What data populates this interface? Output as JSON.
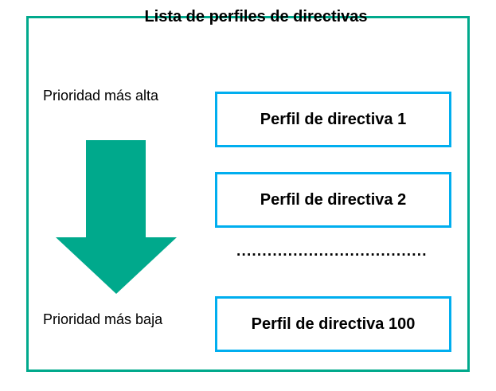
{
  "diagram": {
    "title": "Lista de perfiles de directivas",
    "frame_color": "#00a98c",
    "accent_box_color": "#00aeef",
    "arrow_color": "#00a98c",
    "background_color": "#ffffff",
    "text_color": "#000000"
  },
  "priority": {
    "high_label": "Prioridad más alta",
    "low_label": "Prioridad más baja",
    "arrow_direction": "down",
    "arrow_icon": "arrow-down-icon"
  },
  "profiles": [
    {
      "label": "Perfil de directiva 1"
    },
    {
      "label": "Perfil de directiva 2"
    },
    {
      "label": "Perfil de directiva 100"
    }
  ],
  "ellipsis": "......................................................."
}
